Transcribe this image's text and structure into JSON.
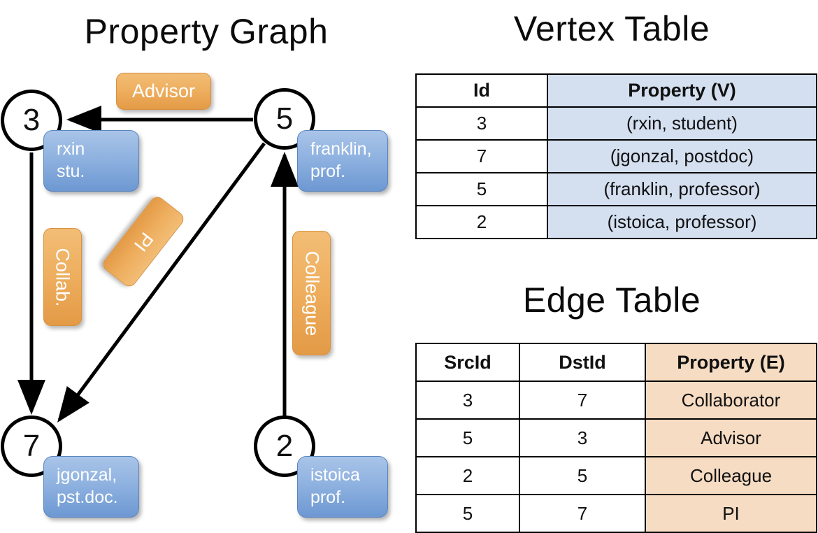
{
  "titles": {
    "graph": "Property Graph",
    "vertex_table": "Vertex Table",
    "edge_table": "Edge Table"
  },
  "colors": {
    "vertex_cell_fill": "#d4dff0",
    "edge_cell_fill": "#f6dcc2",
    "property_box_blue": "#8fb2e0",
    "edge_label_orange": "#eeae5e",
    "stroke": "#000000"
  },
  "graph": {
    "vertices": [
      {
        "id": "3",
        "property_line1": "rxin",
        "property_line2": "stu."
      },
      {
        "id": "5",
        "property_line1": "franklin,",
        "property_line2": "prof."
      },
      {
        "id": "7",
        "property_line1": "jgonzal,",
        "property_line2": "pst.doc."
      },
      {
        "id": "2",
        "property_line1": "istoica",
        "property_line2": "prof."
      }
    ],
    "edge_labels": [
      {
        "name": "advisor",
        "text": "Advisor",
        "orientation": "horizontal"
      },
      {
        "name": "collab",
        "text": "Collab.",
        "orientation": "vertical-down"
      },
      {
        "name": "pi",
        "text": "PI",
        "orientation": "diagonal"
      },
      {
        "name": "colleague",
        "text": "Colleague",
        "orientation": "vertical-down"
      }
    ]
  },
  "vertex_table": {
    "headers": [
      "Id",
      "Property (V)"
    ],
    "rows": [
      {
        "id": "3",
        "property": "(rxin, student)"
      },
      {
        "id": "7",
        "property": "(jgonzal, postdoc)"
      },
      {
        "id": "5",
        "property": "(franklin, professor)"
      },
      {
        "id": "2",
        "property": "(istoica, professor)"
      }
    ]
  },
  "edge_table": {
    "headers": [
      "SrcId",
      "DstId",
      "Property (E)"
    ],
    "rows": [
      {
        "src": "3",
        "dst": "7",
        "property": "Collaborator"
      },
      {
        "src": "5",
        "dst": "3",
        "property": "Advisor"
      },
      {
        "src": "2",
        "dst": "5",
        "property": "Colleague"
      },
      {
        "src": "5",
        "dst": "7",
        "property": "PI"
      }
    ]
  }
}
